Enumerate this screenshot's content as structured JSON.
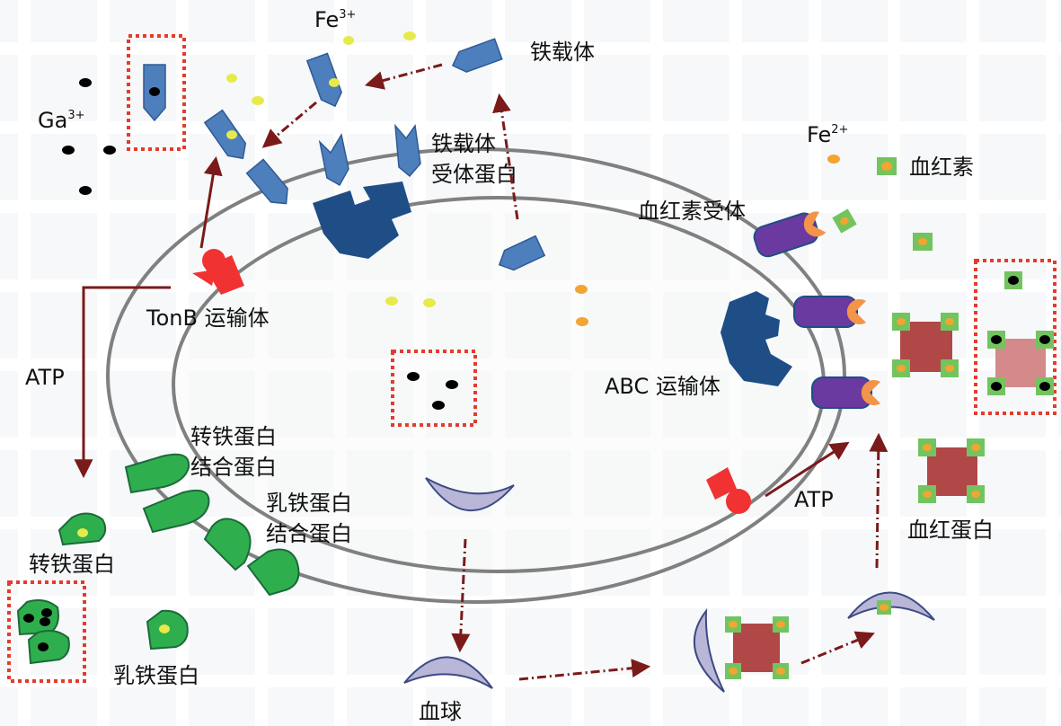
{
  "labels": {
    "fe3": "Fe",
    "fe3_sup": "3+",
    "ga3": "Ga",
    "ga3_sup": "3+",
    "siderophore": "铁载体",
    "siderophore_receptor_1": "铁载体",
    "siderophore_receptor_2": "受体蛋白",
    "tonb": "TonB 运输体",
    "atp_left": "ATP",
    "transferrin_bp_1": "转铁蛋白",
    "transferrin_bp_2": "结合蛋白",
    "lactoferrin_bp_1": "乳铁蛋白",
    "lactoferrin_bp_2": "结合蛋白",
    "transferrin": "转铁蛋白",
    "lactoferrin": "乳铁蛋白",
    "blood_cell": "血球",
    "fe2": "Fe",
    "fe2_sup": "2+",
    "heme": "血红素",
    "heme_receptor": "血红素受体",
    "abc_transporter": "ABC 运输体",
    "atp_right": "ATP",
    "hemoglobin": "血红蛋白"
  },
  "colors": {
    "siderophore_blue": "#4e7fbd",
    "receptor_navy": "#1f4e86",
    "tonb_red": "#f03232",
    "binding_green": "#2fae4e",
    "heme_receptor_purple": "#6a3aa0",
    "heme_orange": "#f2954a",
    "hemoglobin_red": "#b04848",
    "heme_green": "#72c45e",
    "blood_cell_lilac": "#b9b6d8",
    "arrow_maroon": "#7b1a1a",
    "gallium_black": "#000000",
    "iron3_yellow": "#e6ea4a",
    "iron2_orange": "#f3a431",
    "highlight_box_red": "#e53b2c",
    "membrane_gray": "#808080"
  }
}
